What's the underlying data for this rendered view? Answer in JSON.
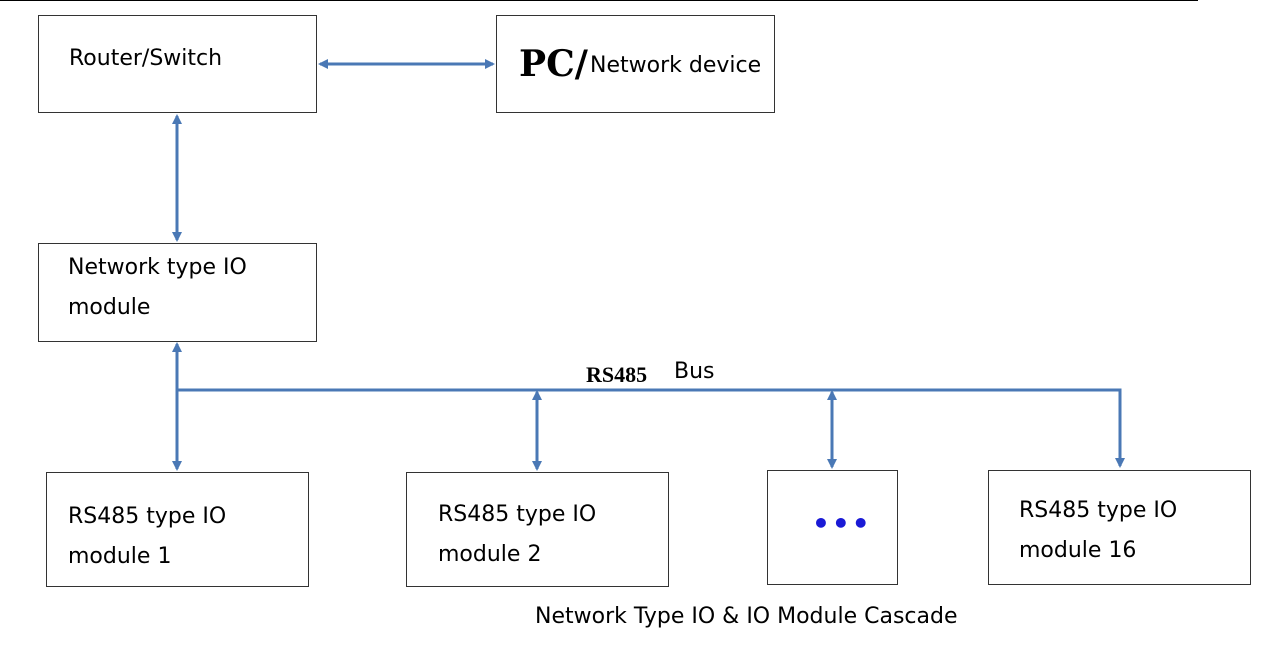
{
  "nodes": {
    "router": {
      "label": "Router/Switch"
    },
    "pc": {
      "prefix": "PC/",
      "label": "Network device"
    },
    "network_io": {
      "line1": "Network type IO",
      "line2": "module"
    },
    "module1": {
      "line1": "RS485 type IO",
      "line2": "module 1"
    },
    "module2": {
      "line1": "RS485 type IO",
      "line2": "module 2"
    },
    "ellipsis": {
      "label": "•••"
    },
    "module16": {
      "line1": "RS485 type IO",
      "line2": "module 16"
    }
  },
  "bus": {
    "prefix": "RS485",
    "label": "Bus"
  },
  "caption": "Network Type IO & IO Module Cascade",
  "colors": {
    "connector": "#4a78b5",
    "ellipsis": "#1a1ad6"
  }
}
